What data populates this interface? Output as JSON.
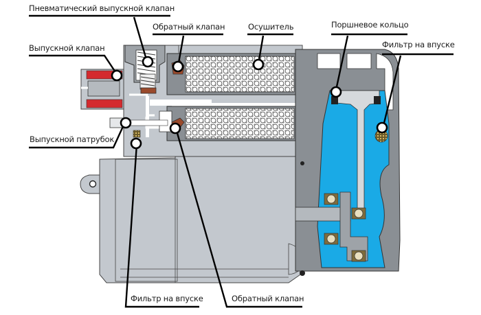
{
  "diagram": {
    "title": "",
    "colors": {
      "body_gray": "#c3c8ce",
      "mid_gray": "#a9aeb3",
      "dark_gray": "#6e7378",
      "blue": "#1aaae6",
      "red": "#d42a2e",
      "brown": "#9a4a2c",
      "bearing": "#7f6c3c",
      "leader": "#000000"
    },
    "labels": {
      "pneumatic_exhaust_valve": "Пневматический выпускной клапан",
      "check_valve_top": "Обратный клапан",
      "dryer": "Осушитель",
      "piston_ring": "Поршневое кольцо",
      "inlet_filter_right": "Фильтр на впуске",
      "exhaust_valve": "Выпускной клапан",
      "exhaust_port": "Выпускной патрубок",
      "inlet_filter_bottom": "Фильтр на впуске",
      "check_valve_bottom": "Обратный клапан"
    }
  }
}
